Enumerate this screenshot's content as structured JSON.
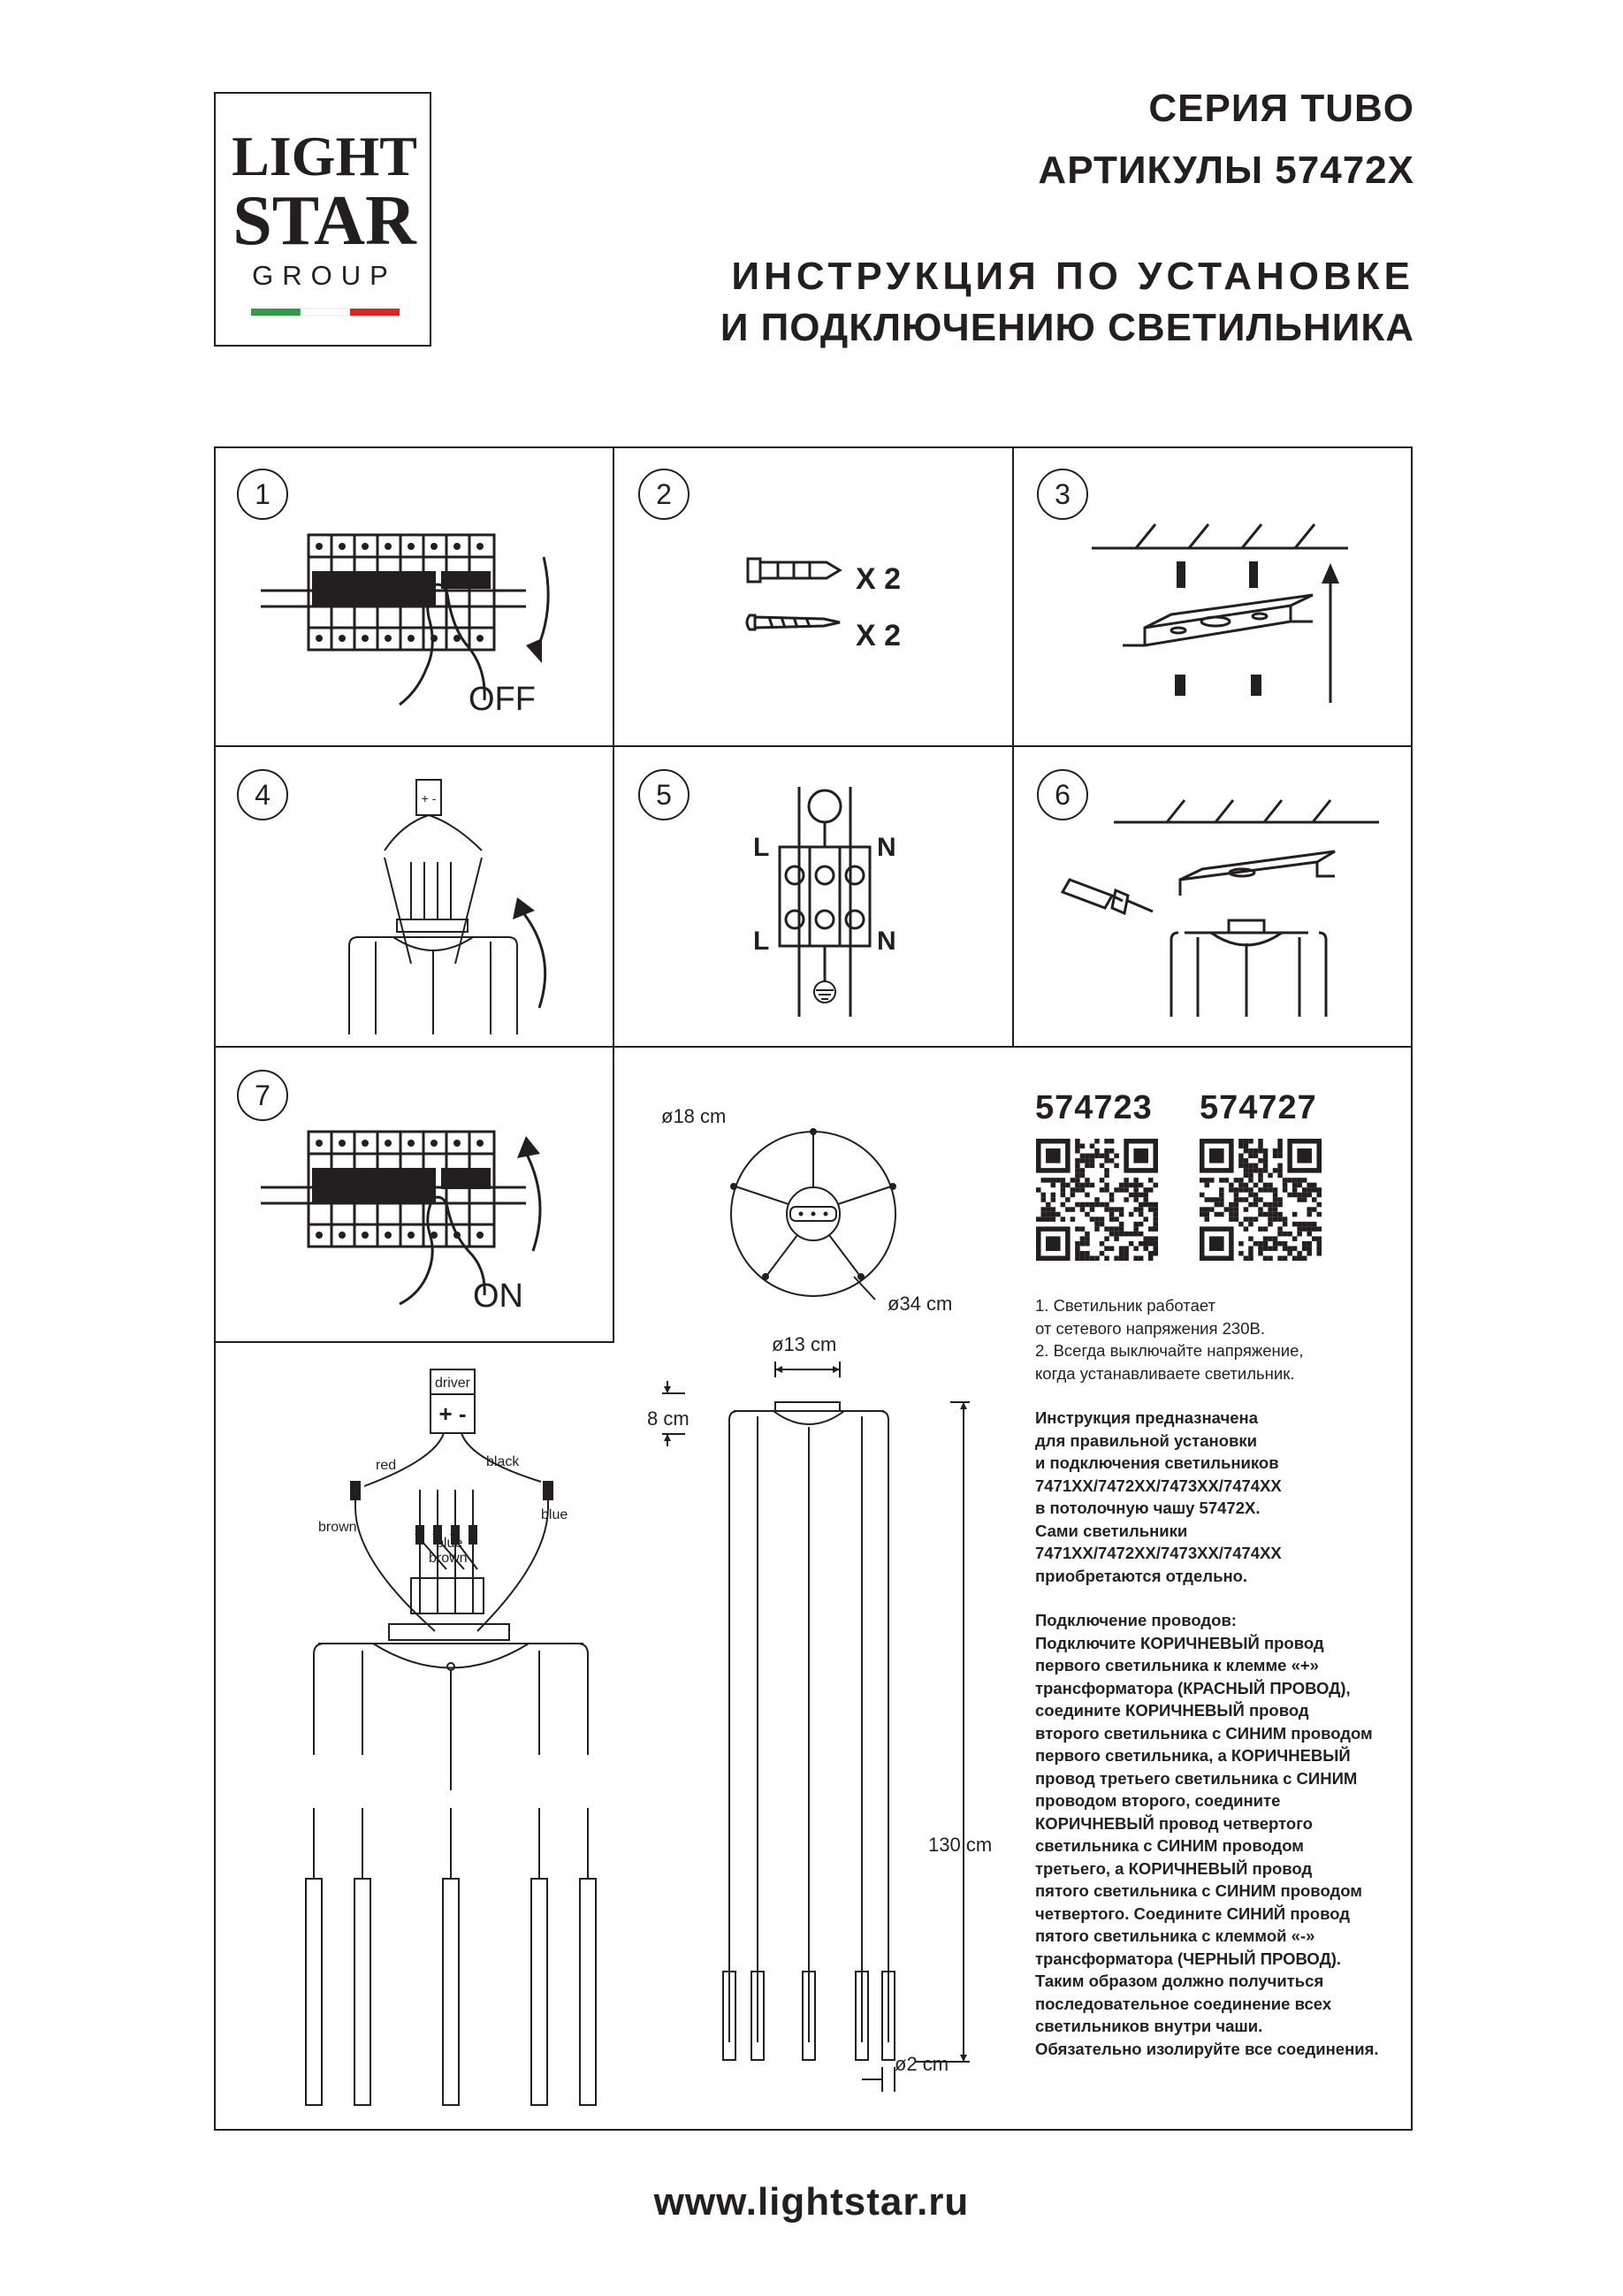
{
  "logo": {
    "line1": "LIGHT",
    "line2": "STAR",
    "line3": "GROUP",
    "flag_colors": [
      "#2e9e46",
      "#ffffff",
      "#e2231a"
    ]
  },
  "header": {
    "series": "СЕРИЯ TUBO",
    "articles": "АРТИКУЛЫ 57472X",
    "title_line1": "ИНСТРУКЦИЯ ПО УСТАНОВКЕ",
    "title_line2": "И ПОДКЛЮЧЕНИЮ СВЕТИЛЬНИКА"
  },
  "steps": [
    {
      "number": "1",
      "label": "OFF"
    },
    {
      "number": "2",
      "quantity_anchor": "X 2",
      "quantity_screw": "X 2"
    },
    {
      "number": "3"
    },
    {
      "number": "4",
      "driver_sign": "+ -"
    },
    {
      "number": "5",
      "terminal_left_top": "L",
      "terminal_right_top": "N",
      "terminal_left_bottom": "L",
      "terminal_right_bottom": "N"
    },
    {
      "number": "6"
    },
    {
      "number": "7",
      "label": "ON"
    }
  ],
  "wiring": {
    "driver": "driver",
    "driver_sign": "+ -",
    "red": "red",
    "black": "black",
    "brown_left": "brown",
    "blue_right": "blue",
    "blue_mid": "blue",
    "brown_mid": "brown"
  },
  "dimensions": {
    "canopy_inner": "ø18 cm",
    "canopy_outer": "ø34 cm",
    "base": "ø13 cm",
    "height_canopy": "8 cm",
    "height_total": "130 cm",
    "tube": "ø2 cm"
  },
  "products": [
    {
      "code": "574723"
    },
    {
      "code": "574727"
    }
  ],
  "notes": {
    "plain": [
      "1. Светильник работает",
      "от сетевого напряжения 230В.",
      "2. Всегда выключайте напряжение,",
      "когда устанавливаете светильник."
    ],
    "purpose": [
      "Инструкция предназначена",
      "для правильной установки",
      "и подключения светильников",
      "7471XX/7472XX/7473XX/7474XX",
      "в потолочную чашу 57472X.",
      "Сами светильники",
      "7471XX/7472XX/7473XX/7474XX",
      "приобретаются отдельно."
    ],
    "wiring": [
      "Подключение проводов:",
      "Подключите КОРИЧНЕВЫЙ провод",
      "первого светильника к клемме «+»",
      "трансформатора (КРАСНЫЙ ПРОВОД),",
      "соедините КОРИЧНЕВЫЙ провод",
      "второго светильника с СИНИМ проводом",
      "первого светильника, а КОРИЧНЕВЫЙ",
      "провод третьего светильника с СИНИМ",
      "проводом второго, соедините",
      "КОРИЧНЕВЫЙ провод четвертого",
      "светильника с СИНИМ проводом",
      "третьего, а КОРИЧНЕВЫЙ провод",
      "пятого светильника с СИНИМ проводом",
      "четвертого. Соедините СИНИЙ провод",
      "пятого светильника с клеммой «-»",
      "трансформатора (ЧЕРНЫЙ ПРОВОД).",
      "Таким образом должно получиться",
      "последовательное соединение всех",
      "светильников внутри чаши.",
      "Обязательно изолируйте все соединения."
    ]
  },
  "footer": {
    "website": "www.lightstar.ru"
  },
  "icons": [
    "circuit-breaker-icon",
    "hand-icon",
    "rotate-arrow-icon",
    "wall-anchor-icon",
    "screw-icon",
    "ceiling-icon",
    "mounting-bracket-icon",
    "screwdriver-icon",
    "terminal-block-icon",
    "ground-icon",
    "qr-code-icon"
  ]
}
